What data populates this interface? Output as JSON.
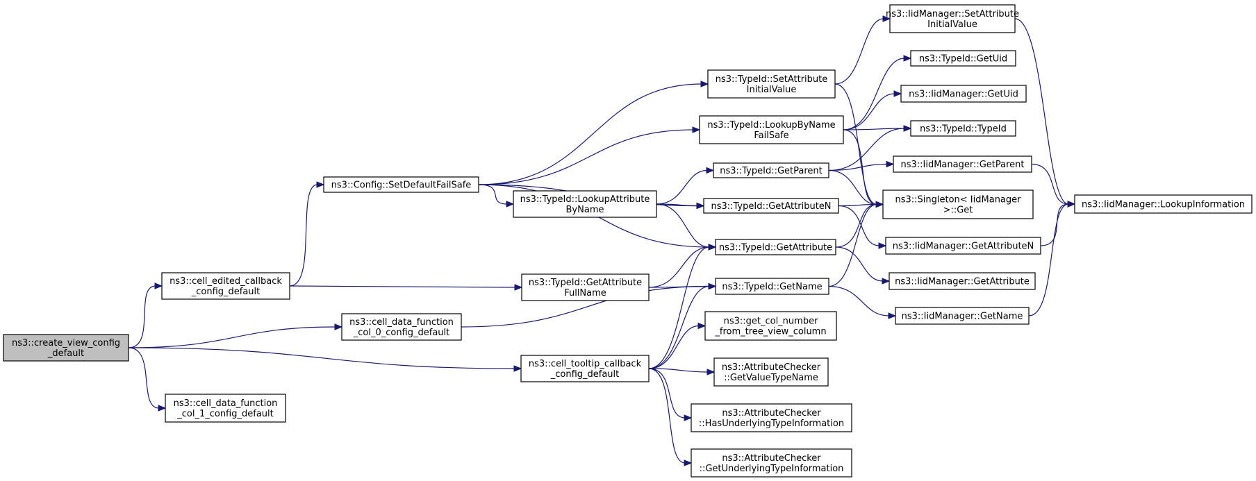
{
  "nodes": [
    {
      "id": "create_view",
      "lines": [
        "ns3::create_view_config",
        "_default"
      ],
      "root": true
    },
    {
      "id": "cell_edited",
      "lines": [
        "ns3::cell_edited_callback",
        "_config_default"
      ]
    },
    {
      "id": "cdf_col0",
      "lines": [
        "ns3::cell_data_function",
        "_col_0_config_default"
      ]
    },
    {
      "id": "cdf_col1",
      "lines": [
        "ns3::cell_data_function",
        "_col_1_config_default"
      ]
    },
    {
      "id": "cell_tooltip",
      "lines": [
        "ns3::cell_tooltip_callback",
        "_config_default"
      ]
    },
    {
      "id": "set_default_fs",
      "lines": [
        "ns3::Config::SetDefaultFailSafe"
      ]
    },
    {
      "id": "lookup_attr_byname",
      "lines": [
        "ns3::TypeId::LookupAttribute",
        "ByName"
      ]
    },
    {
      "id": "get_attr_fullname",
      "lines": [
        "ns3::TypeId::GetAttribute",
        "FullName"
      ]
    },
    {
      "id": "tid_set_attr_iv",
      "lines": [
        "ns3::TypeId::SetAttribute",
        "InitialValue"
      ]
    },
    {
      "id": "tid_lookup_byname_fs",
      "lines": [
        "ns3::TypeId::LookupByName",
        "FailSafe"
      ]
    },
    {
      "id": "tid_get_parent",
      "lines": [
        "ns3::TypeId::GetParent"
      ]
    },
    {
      "id": "tid_get_attr_n",
      "lines": [
        "ns3::TypeId::GetAttributeN"
      ]
    },
    {
      "id": "tid_get_attr",
      "lines": [
        "ns3::TypeId::GetAttribute"
      ]
    },
    {
      "id": "tid_get_name",
      "lines": [
        "ns3::TypeId::GetName"
      ]
    },
    {
      "id": "get_col_number",
      "lines": [
        "ns3::get_col_number",
        "_from_tree_view_column"
      ]
    },
    {
      "id": "ac_get_value_type",
      "lines": [
        "ns3::AttributeChecker",
        "::GetValueTypeName"
      ]
    },
    {
      "id": "ac_has_underlying",
      "lines": [
        "ns3::AttributeChecker",
        "::HasUnderlyingTypeInformation"
      ]
    },
    {
      "id": "ac_get_underlying",
      "lines": [
        "ns3::AttributeChecker",
        "::GetUnderlyingTypeInformation"
      ]
    },
    {
      "id": "iid_set_attr_iv",
      "lines": [
        "ns3::IidManager::SetAttribute",
        "InitialValue"
      ]
    },
    {
      "id": "tid_get_uid",
      "lines": [
        "ns3::TypeId::GetUid"
      ]
    },
    {
      "id": "iid_get_uid",
      "lines": [
        "ns3::IidManager::GetUid"
      ]
    },
    {
      "id": "tid_typeid",
      "lines": [
        "ns3::TypeId::TypeId"
      ]
    },
    {
      "id": "iid_get_parent",
      "lines": [
        "ns3::IidManager::GetParent"
      ]
    },
    {
      "id": "singleton_get",
      "lines": [
        "ns3::Singleton< IidManager",
        " >::Get"
      ]
    },
    {
      "id": "iid_get_attr_n",
      "lines": [
        "ns3::IidManager::GetAttributeN"
      ]
    },
    {
      "id": "iid_get_attr",
      "lines": [
        "ns3::IidManager::GetAttribute"
      ]
    },
    {
      "id": "iid_get_name",
      "lines": [
        "ns3::IidManager::GetName"
      ]
    },
    {
      "id": "iid_lookup_info",
      "lines": [
        "ns3::IidManager::LookupInformation"
      ]
    }
  ],
  "edges": [
    [
      "create_view",
      "cell_edited"
    ],
    [
      "create_view",
      "cdf_col0"
    ],
    [
      "create_view",
      "cell_tooltip"
    ],
    [
      "create_view",
      "cdf_col1"
    ],
    [
      "cell_edited",
      "set_default_fs"
    ],
    [
      "cell_edited",
      "get_attr_fullname"
    ],
    [
      "cdf_col0",
      "tid_get_name"
    ],
    [
      "set_default_fs",
      "tid_set_attr_iv"
    ],
    [
      "set_default_fs",
      "tid_lookup_byname_fs"
    ],
    [
      "set_default_fs",
      "lookup_attr_byname"
    ],
    [
      "set_default_fs",
      "tid_get_attr_n"
    ],
    [
      "set_default_fs",
      "tid_get_attr"
    ],
    [
      "lookup_attr_byname",
      "tid_get_parent"
    ],
    [
      "lookup_attr_byname",
      "tid_get_attr_n"
    ],
    [
      "lookup_attr_byname",
      "tid_get_attr"
    ],
    [
      "get_attr_fullname",
      "tid_get_attr"
    ],
    [
      "get_attr_fullname",
      "tid_get_name"
    ],
    [
      "cell_tooltip",
      "tid_get_attr"
    ],
    [
      "cell_tooltip",
      "tid_get_name"
    ],
    [
      "cell_tooltip",
      "get_col_number"
    ],
    [
      "cell_tooltip",
      "ac_get_value_type"
    ],
    [
      "cell_tooltip",
      "ac_has_underlying"
    ],
    [
      "cell_tooltip",
      "ac_get_underlying"
    ],
    [
      "tid_set_attr_iv",
      "iid_set_attr_iv"
    ],
    [
      "tid_set_attr_iv",
      "singleton_get"
    ],
    [
      "tid_lookup_byname_fs",
      "tid_get_uid"
    ],
    [
      "tid_lookup_byname_fs",
      "iid_get_uid"
    ],
    [
      "tid_lookup_byname_fs",
      "tid_typeid"
    ],
    [
      "tid_lookup_byname_fs",
      "singleton_get"
    ],
    [
      "tid_get_parent",
      "tid_typeid"
    ],
    [
      "tid_get_parent",
      "iid_get_parent"
    ],
    [
      "tid_get_parent",
      "singleton_get"
    ],
    [
      "tid_get_attr_n",
      "singleton_get"
    ],
    [
      "tid_get_attr_n",
      "iid_get_attr_n"
    ],
    [
      "tid_get_attr",
      "singleton_get"
    ],
    [
      "tid_get_attr",
      "iid_get_attr"
    ],
    [
      "tid_get_name",
      "singleton_get"
    ],
    [
      "tid_get_name",
      "iid_get_name"
    ],
    [
      "iid_set_attr_iv",
      "iid_lookup_info"
    ],
    [
      "iid_get_parent",
      "iid_lookup_info"
    ],
    [
      "iid_get_attr_n",
      "iid_lookup_info"
    ],
    [
      "iid_get_name",
      "iid_lookup_info"
    ]
  ]
}
